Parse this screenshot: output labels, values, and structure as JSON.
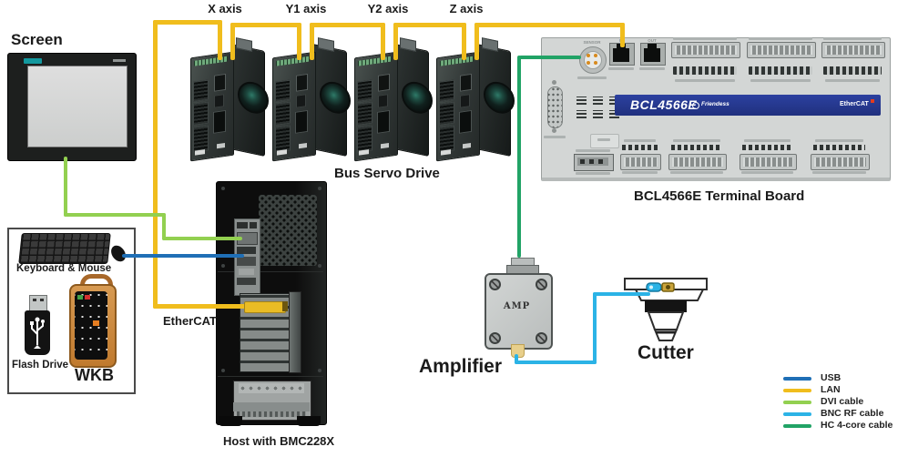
{
  "labels": {
    "screen": "Screen",
    "bus_servo_drive": "Bus Servo Drive",
    "terminal_board_caption": "BCL4566E Terminal Board",
    "keyboard_mouse": "Keyboard & Mouse",
    "flash_drive": "Flash Drive",
    "wkb": "WKB",
    "ethercat": "EtherCAT",
    "host": "Host with BMC228X",
    "amplifier": "Amplifier",
    "amp": "AMP",
    "cutter": "Cutter"
  },
  "axes": [
    "X axis",
    "Y1 axis",
    "Y2 axis",
    "Z axis"
  ],
  "terminal_board": {
    "model": "BCL4566E",
    "brand": "Friendess",
    "badge": "EtherCAT",
    "sensor_label": "SENSOR",
    "port_in_label": "IN",
    "port_out_label": "OUT"
  },
  "legend": {
    "items": [
      {
        "label": "USB",
        "color": "#1f6fb6"
      },
      {
        "label": "LAN",
        "color": "#f0bd1d"
      },
      {
        "label": "DVI cable",
        "color": "#92d050"
      },
      {
        "label": "BNC RF cable",
        "color": "#2bb3e6"
      },
      {
        "label": "HC 4-core cable",
        "color": "#21a366"
      }
    ]
  },
  "cables": {
    "usb": "#1f6fb6",
    "lan": "#f0bd1d",
    "dvi": "#92d050",
    "bnc": "#2bb3e6",
    "hc": "#21a366"
  }
}
